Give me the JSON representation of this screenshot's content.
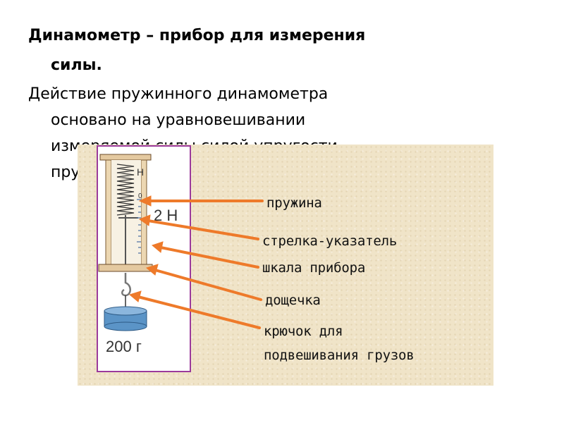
{
  "heading": {
    "bold_line1": "Динамометр – прибор для измерения",
    "bold_line2": "силы.",
    "line3": "Действие пружинного динамометра",
    "line4": "основано на уравновешивании",
    "line5": "измеряемой силы силой упругости",
    "line6": "пружины."
  },
  "figure": {
    "scale_unit": "Н",
    "scale_zero": "0",
    "scale_reading": "2 Н",
    "weight_label": "200 г",
    "labels": {
      "spring": "пружина",
      "pointer": "стрелка-указатель",
      "scale": "шкала прибора",
      "board": "дощечка",
      "hook_line1": "крючок для",
      "hook_line2": "подвешивания грузов"
    },
    "colors": {
      "background": "#f0e4c8",
      "frame": "#9b3a9b",
      "arrow": "#ee7a2a",
      "board": "#e4c9a0",
      "weight": "#5b94c7"
    }
  }
}
